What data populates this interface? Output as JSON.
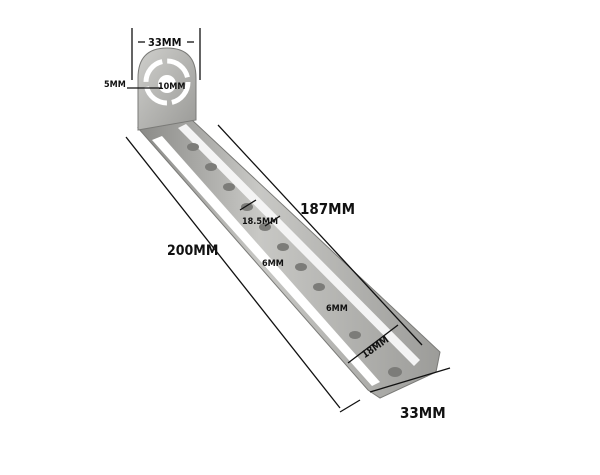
{
  "product": "stainless steel L bracket",
  "colors": {
    "background": "#ffffff",
    "metal_light": "#d9d9d9",
    "metal_mid": "#a9a9a6",
    "metal_dark": "#6f6f6c",
    "annotation": "#111111"
  },
  "dimensions": {
    "top_width": "33MM",
    "hole_offset": "5MM",
    "hole_diameter": "10MM",
    "slot_length": "187MM",
    "total_length": "200MM",
    "hole_spacing": "18.5MM",
    "hole_size_a": "6MM",
    "hole_size_b": "6MM",
    "slot_width": "18MM",
    "bottom_width": "33MM"
  }
}
